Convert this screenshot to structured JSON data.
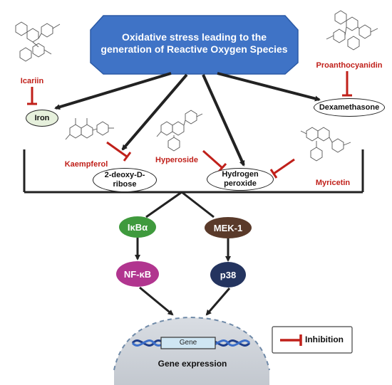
{
  "title": "Oxidative stress leading to the generation of Reactive Oxygen Species",
  "compounds": {
    "icariin": "Icariin",
    "proanthocyanidin": "Proanthocyanidin",
    "kaempferol": "Kaempferol",
    "hyperoside": "Hyperoside",
    "myricetin": "Myricetin"
  },
  "oxidants": {
    "iron": "Iron",
    "dexamethasone": "Dexamethasone",
    "deoxyribose_1": "2-deoxy-D-",
    "deoxyribose_2": "ribose",
    "hydrogen_1": "Hydrogen",
    "hydrogen_2": "peroxide"
  },
  "pathway": {
    "ikba": "IκBα",
    "mek1": "MEK-1",
    "nfkb": "NF-κB",
    "p38": "p38"
  },
  "nucleus": {
    "gene": "Gene",
    "caption": "Gene expression"
  },
  "legend": {
    "inhibition": "Inhibition"
  },
  "colors": {
    "title_box": "#3f73c6",
    "inhibition": "#c0201a",
    "ikba": "#3f9a3d",
    "mek1": "#5a3a2a",
    "nfkb": "#b1358f",
    "p38": "#24345f"
  }
}
